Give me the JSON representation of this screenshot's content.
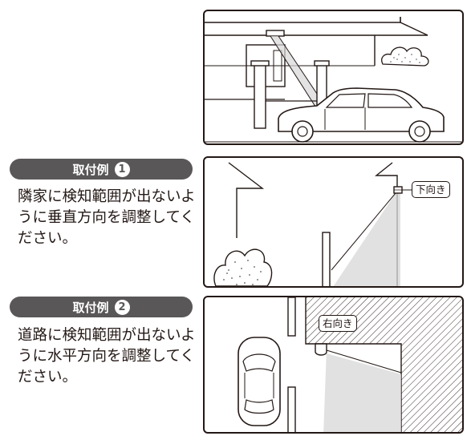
{
  "examples": [
    {
      "label": "取付例",
      "number": "1",
      "description": "隣家に検知範囲が出ないように垂直方向を調整してください。",
      "callout": "下向き"
    },
    {
      "label": "取付例",
      "number": "2",
      "description": "道路に検知範囲が出ないように水平方向を調整してください。",
      "callout": "右向き"
    }
  ]
}
